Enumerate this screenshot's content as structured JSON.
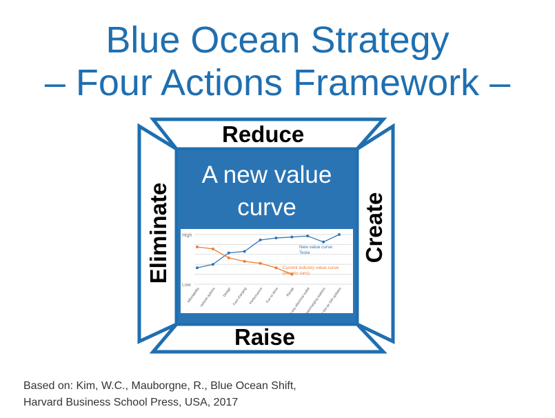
{
  "title": {
    "line1": "Blue Ocean Strategy",
    "line2": "– Four Actions Framework –"
  },
  "actions": {
    "top": "Reduce",
    "left": "Eliminate",
    "right": "Create",
    "bottom": "Raise"
  },
  "center": {
    "line1": "A new value",
    "line2": "curve"
  },
  "colors": {
    "frame": "#1f6fb0",
    "box": "#2a74b4",
    "new_curve": "#2e75b6",
    "industry_curve": "#ed7d31"
  },
  "chart_data": {
    "type": "line",
    "yaxis_labels": {
      "high": "High",
      "low": "Low"
    },
    "ylim": [
      0,
      1
    ],
    "categories": [
      "Affordability",
      "Vehicle options",
      "Design",
      "Fast charging",
      "Performance",
      "Fun to drive",
      "Range",
      "Plug in to any electrical outlet",
      "Supercharging stations",
      "Over the air SW updates"
    ],
    "series": [
      {
        "name": "New value curve Tesla",
        "label_lines": [
          "New value curve",
          "Tesla"
        ],
        "values": [
          0.33,
          0.4,
          0.63,
          0.66,
          0.89,
          0.93,
          0.95,
          0.97,
          0.85,
          1.0
        ]
      },
      {
        "name": "Current industry value curve (electric cars)",
        "label_lines": [
          "Current industry value curve",
          "(electric cars)"
        ],
        "values": [
          0.75,
          0.71,
          0.53,
          0.46,
          0.42,
          0.33,
          0.2,
          null,
          null,
          null
        ]
      }
    ],
    "grid": true
  },
  "citation": {
    "line1": "Based on: Kim, W.C., Mauborgne, R., Blue Ocean Shift,",
    "line2": "Harvard Business School Press, USA, 2017"
  }
}
